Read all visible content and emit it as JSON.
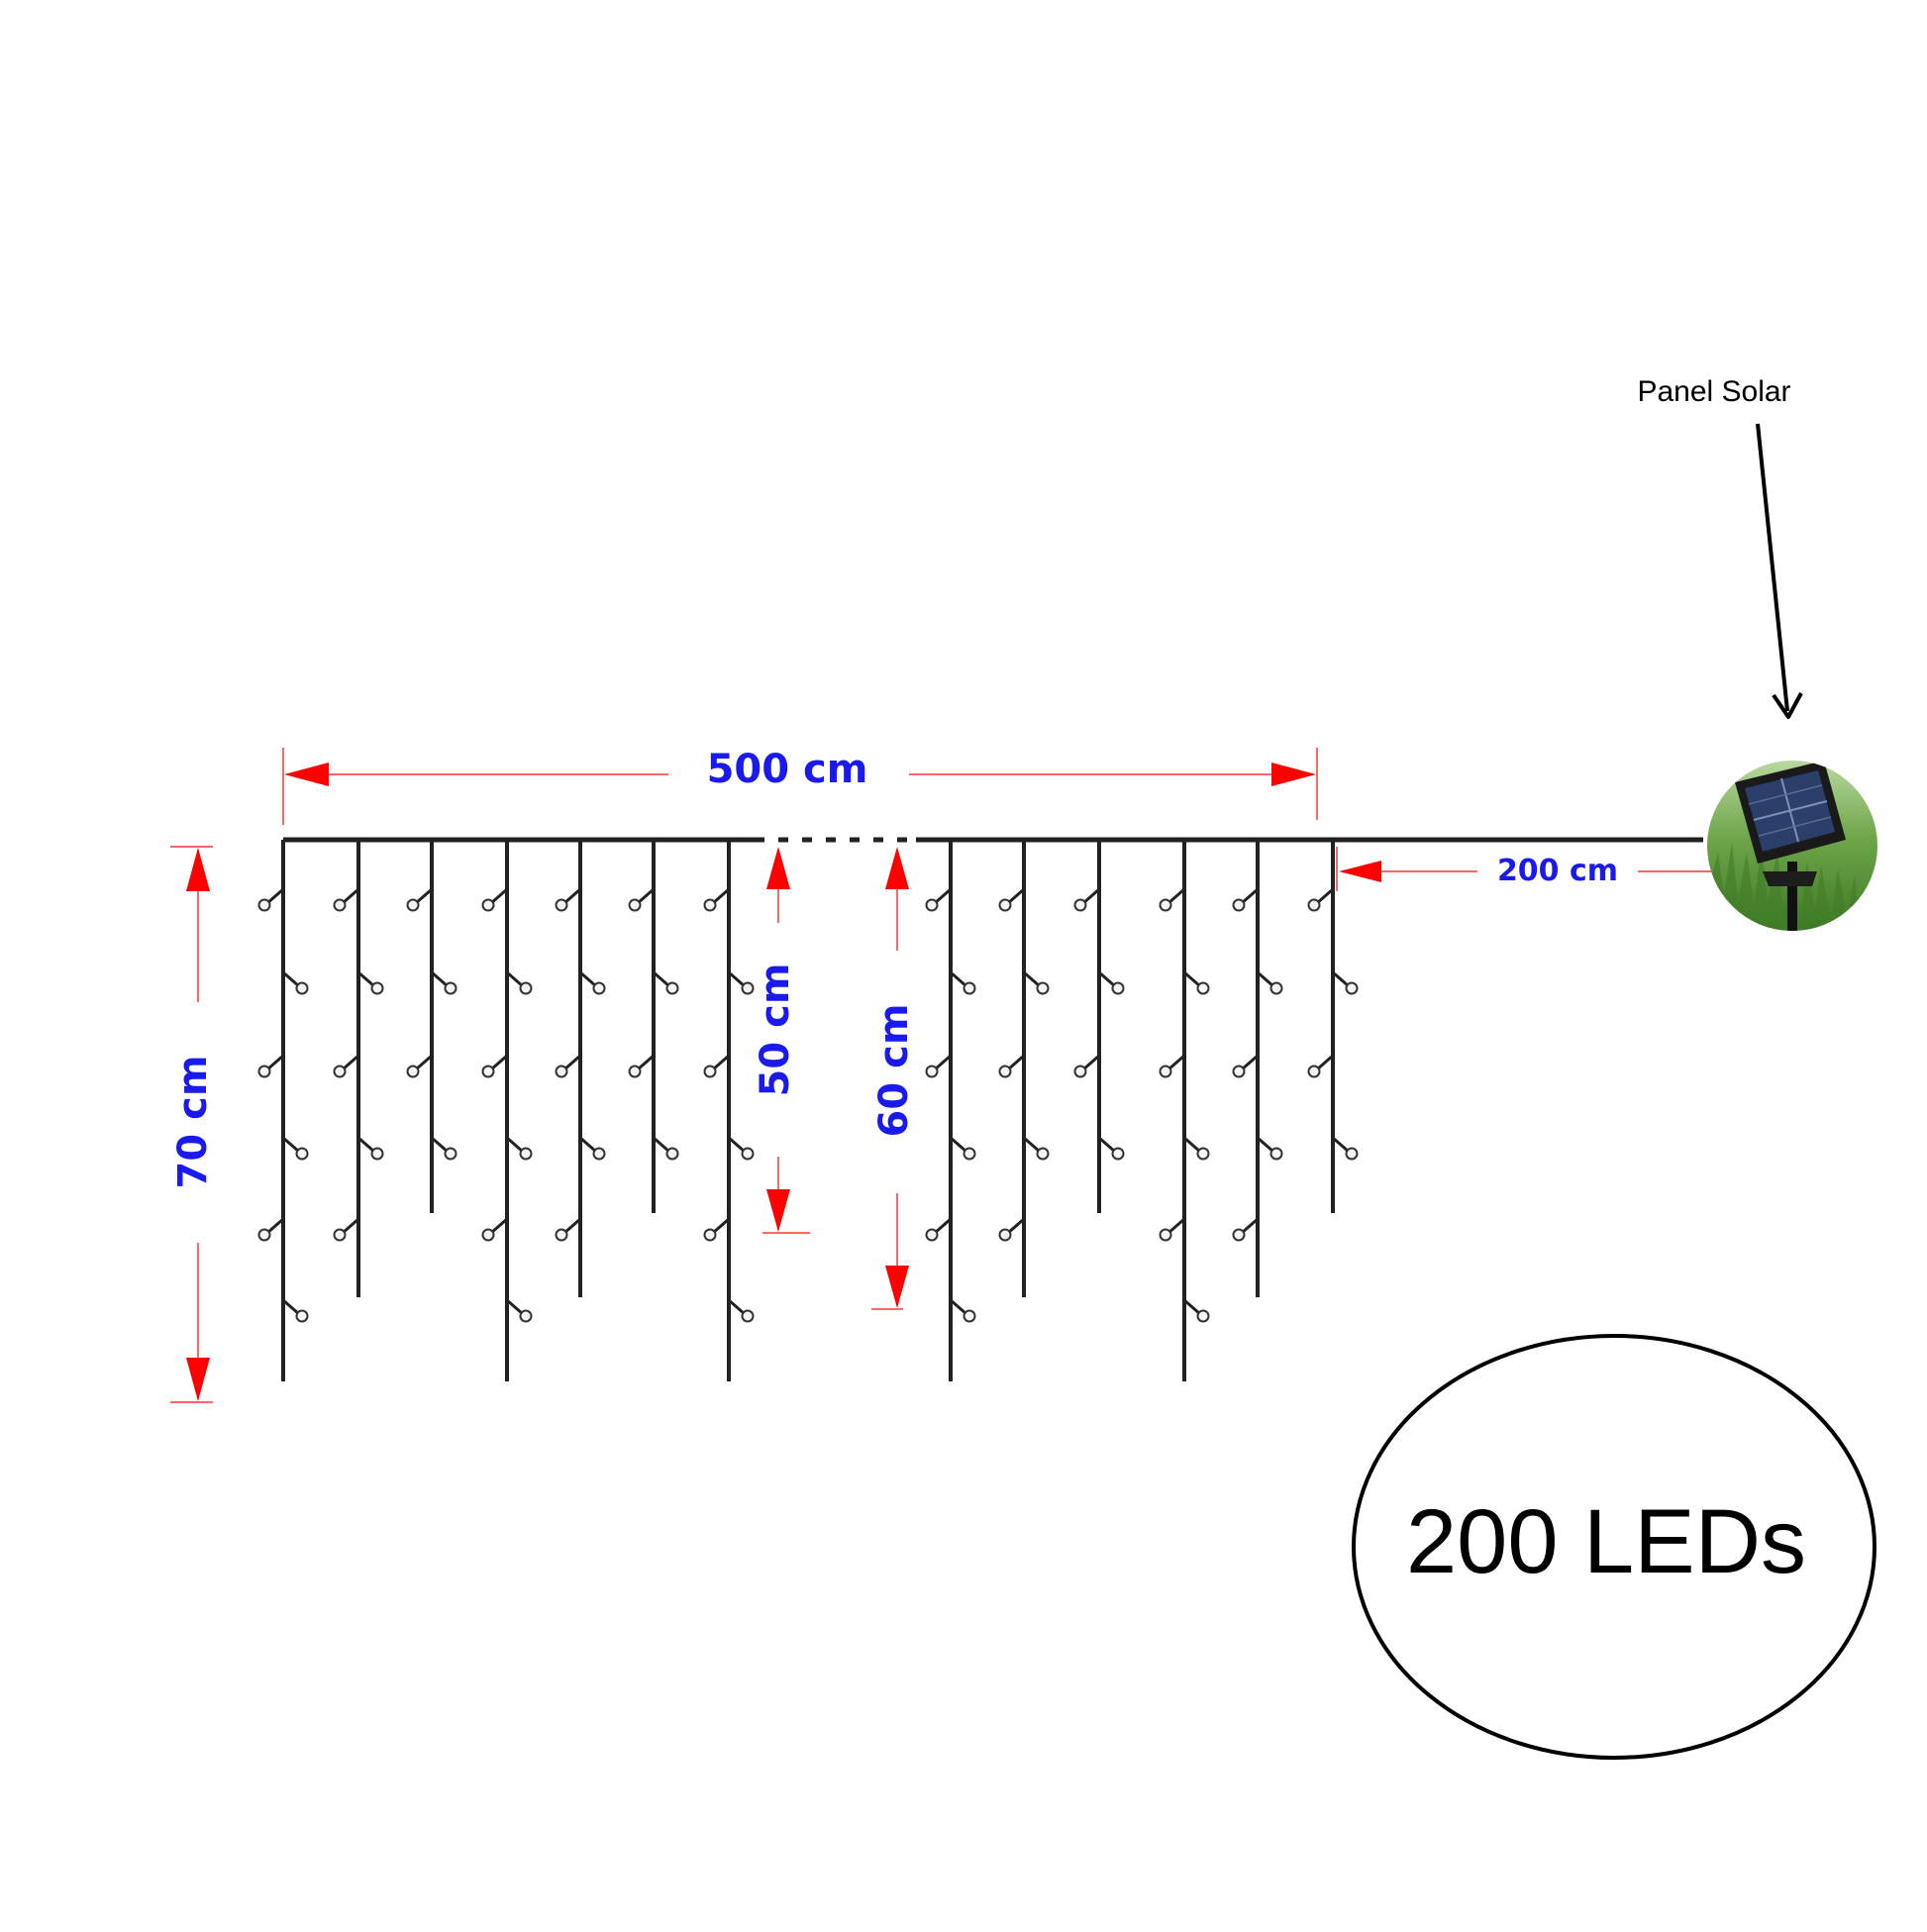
{
  "dimensions": {
    "width_label": "500 cm",
    "height_70_label": "70 cm",
    "height_50_label": "50 cm",
    "height_60_label": "60 cm",
    "cable_label": "200 cm"
  },
  "solar": {
    "label": "Panel Solar"
  },
  "badge": {
    "text": "200 LEDs"
  },
  "colors": {
    "dimension_text": "#1a1aee",
    "arrow": "#ff0000",
    "wire": "#222222",
    "grass": "#5f9a3a"
  },
  "icons": {
    "solar_panel": "solar-panel-icon",
    "led": "led-bulb-icon"
  }
}
